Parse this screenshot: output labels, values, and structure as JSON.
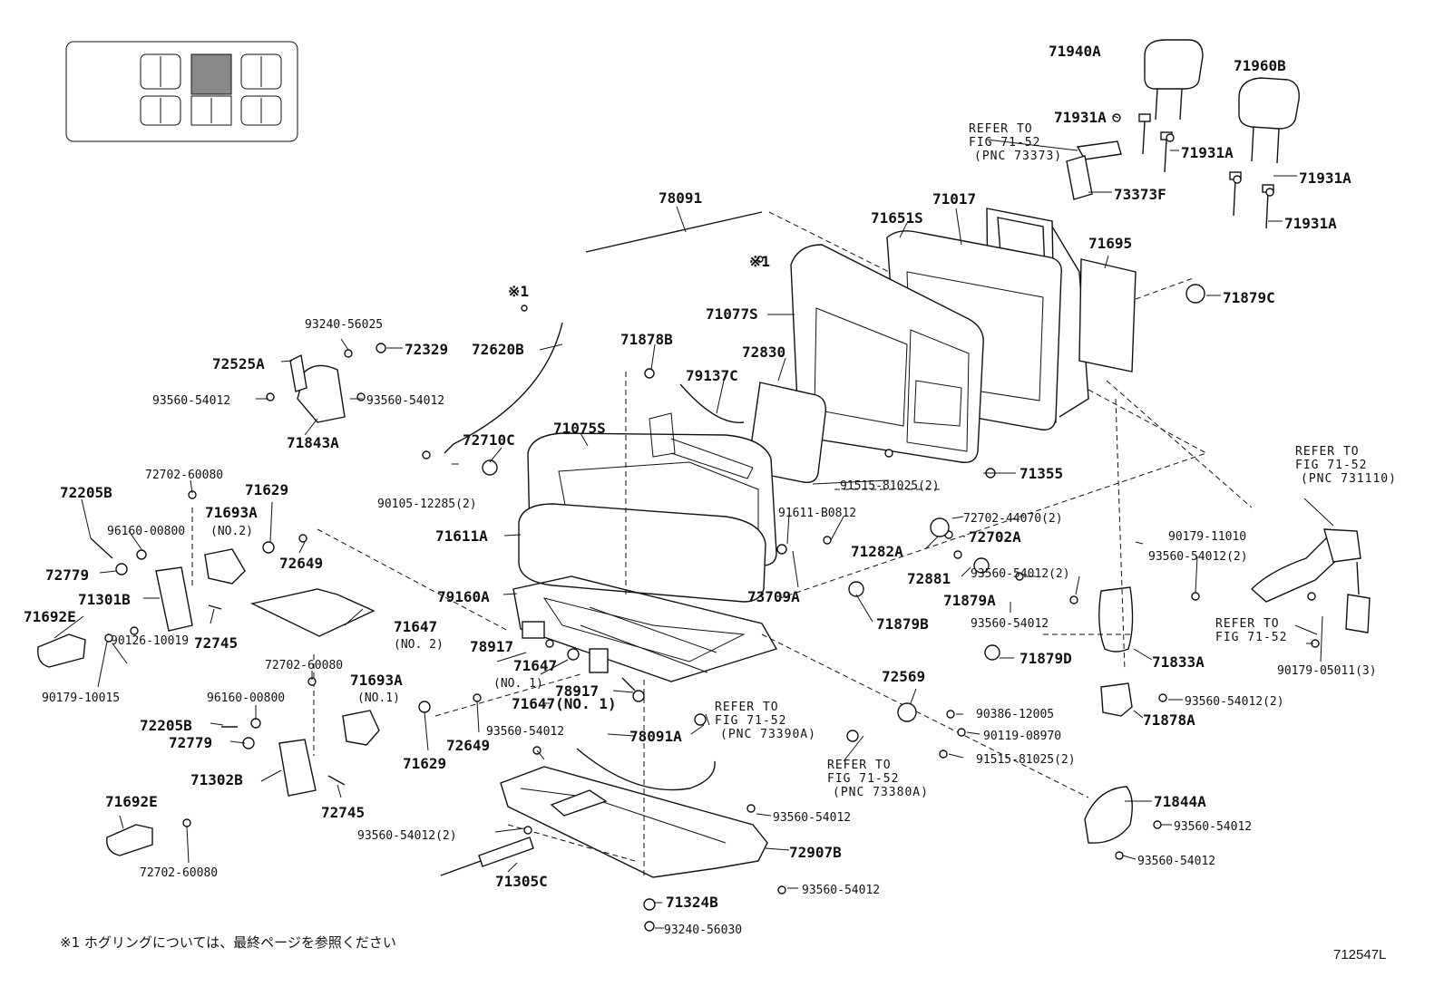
{
  "diagram_code": "712547L",
  "footnote": "※1  ホグリングについては、最終ページを参照ください",
  "callouts": [
    {
      "text": "71940A"
    },
    {
      "text": "71960B"
    },
    {
      "text": "71931A"
    },
    {
      "text": "71931A"
    },
    {
      "text": "71931A"
    },
    {
      "text": "71931A"
    },
    {
      "text": "73373F"
    },
    {
      "text": "78091"
    },
    {
      "text": "71651S"
    },
    {
      "text": "71017"
    },
    {
      "text": "71695"
    },
    {
      "text": "71879C"
    },
    {
      "text": "※1"
    },
    {
      "text": "※1"
    },
    {
      "text": "71077S"
    },
    {
      "text": "93240-56025"
    },
    {
      "text": "72525A"
    },
    {
      "text": "72329"
    },
    {
      "text": "72620B"
    },
    {
      "text": "71878B"
    },
    {
      "text": "72830"
    },
    {
      "text": "79137C"
    },
    {
      "text": "93560-54012"
    },
    {
      "text": "93560-54012"
    },
    {
      "text": "71843A"
    },
    {
      "text": "71075S"
    },
    {
      "text": "72710C"
    },
    {
      "text": "91515-81025(2)"
    },
    {
      "text": "71355"
    },
    {
      "text": "72702-60080"
    },
    {
      "text": "72205B"
    },
    {
      "text": "71629"
    },
    {
      "text": "71693A"
    },
    {
      "text": "(NO.2)"
    },
    {
      "text": "90105-12285(2)"
    },
    {
      "text": "96160-00800"
    },
    {
      "text": "91611-B0812"
    },
    {
      "text": "72702-44070(2)"
    },
    {
      "text": "71611A"
    },
    {
      "text": "72779"
    },
    {
      "text": "72649"
    },
    {
      "text": "71282A"
    },
    {
      "text": "72702A"
    },
    {
      "text": "71301B"
    },
    {
      "text": "79160A"
    },
    {
      "text": "73709A"
    },
    {
      "text": "72881"
    },
    {
      "text": "71879A"
    },
    {
      "text": "71692E"
    },
    {
      "text": "71647"
    },
    {
      "text": "(NO. 2)"
    },
    {
      "text": "72745"
    },
    {
      "text": "71879B"
    },
    {
      "text": "78917"
    },
    {
      "text": "71647"
    },
    {
      "text": "(NO. 1)"
    },
    {
      "text": "90126-10019"
    },
    {
      "text": "90179-10015"
    },
    {
      "text": "72702-60080"
    },
    {
      "text": "71693A"
    },
    {
      "text": "(NO.1)"
    },
    {
      "text": "78917"
    },
    {
      "text": "71647(NO. 1)"
    },
    {
      "text": "96160-00800"
    },
    {
      "text": "72205B"
    },
    {
      "text": "72779"
    },
    {
      "text": "71629"
    },
    {
      "text": "72649"
    },
    {
      "text": "93560-54012"
    },
    {
      "text": "78091A"
    },
    {
      "text": "71302B"
    },
    {
      "text": "72745"
    },
    {
      "text": "71692E"
    },
    {
      "text": "93560-54012(2)"
    },
    {
      "text": "72702-60080"
    },
    {
      "text": "71305C"
    },
    {
      "text": "71324B"
    },
    {
      "text": "93240-56030"
    },
    {
      "text": "93560-54012"
    },
    {
      "text": "72907B"
    },
    {
      "text": "93560-54012"
    },
    {
      "text": "72569"
    },
    {
      "text": "90386-12005"
    },
    {
      "text": "90119-08970"
    },
    {
      "text": "91515-81025(2)"
    },
    {
      "text": "71879D"
    },
    {
      "text": "71833A"
    },
    {
      "text": "93560-54012(2)"
    },
    {
      "text": "71878A"
    },
    {
      "text": "71844A"
    },
    {
      "text": "93560-54012"
    },
    {
      "text": "93560-54012"
    },
    {
      "text": "90179-11010"
    },
    {
      "text": "93560-54012(2)"
    },
    {
      "text": "93560-54012(2)"
    },
    {
      "text": "93560-54012"
    },
    {
      "text": "90179-05011(3)"
    }
  ],
  "refer_notes": [
    {
      "lines": [
        "REFER TO",
        "FIG 71-52",
        "(PNC 73373)"
      ]
    },
    {
      "lines": [
        "REFER TO",
        "FIG 71-52",
        "(PNC 731110)"
      ]
    },
    {
      "lines": [
        "REFER TO",
        "FIG 71-52"
      ]
    },
    {
      "lines": [
        "REFER TO",
        "FIG 71-52",
        "(PNC 73390A)"
      ]
    },
    {
      "lines": [
        "REFER TO",
        "FIG 71-52",
        "(PNC 73380A)"
      ]
    }
  ]
}
